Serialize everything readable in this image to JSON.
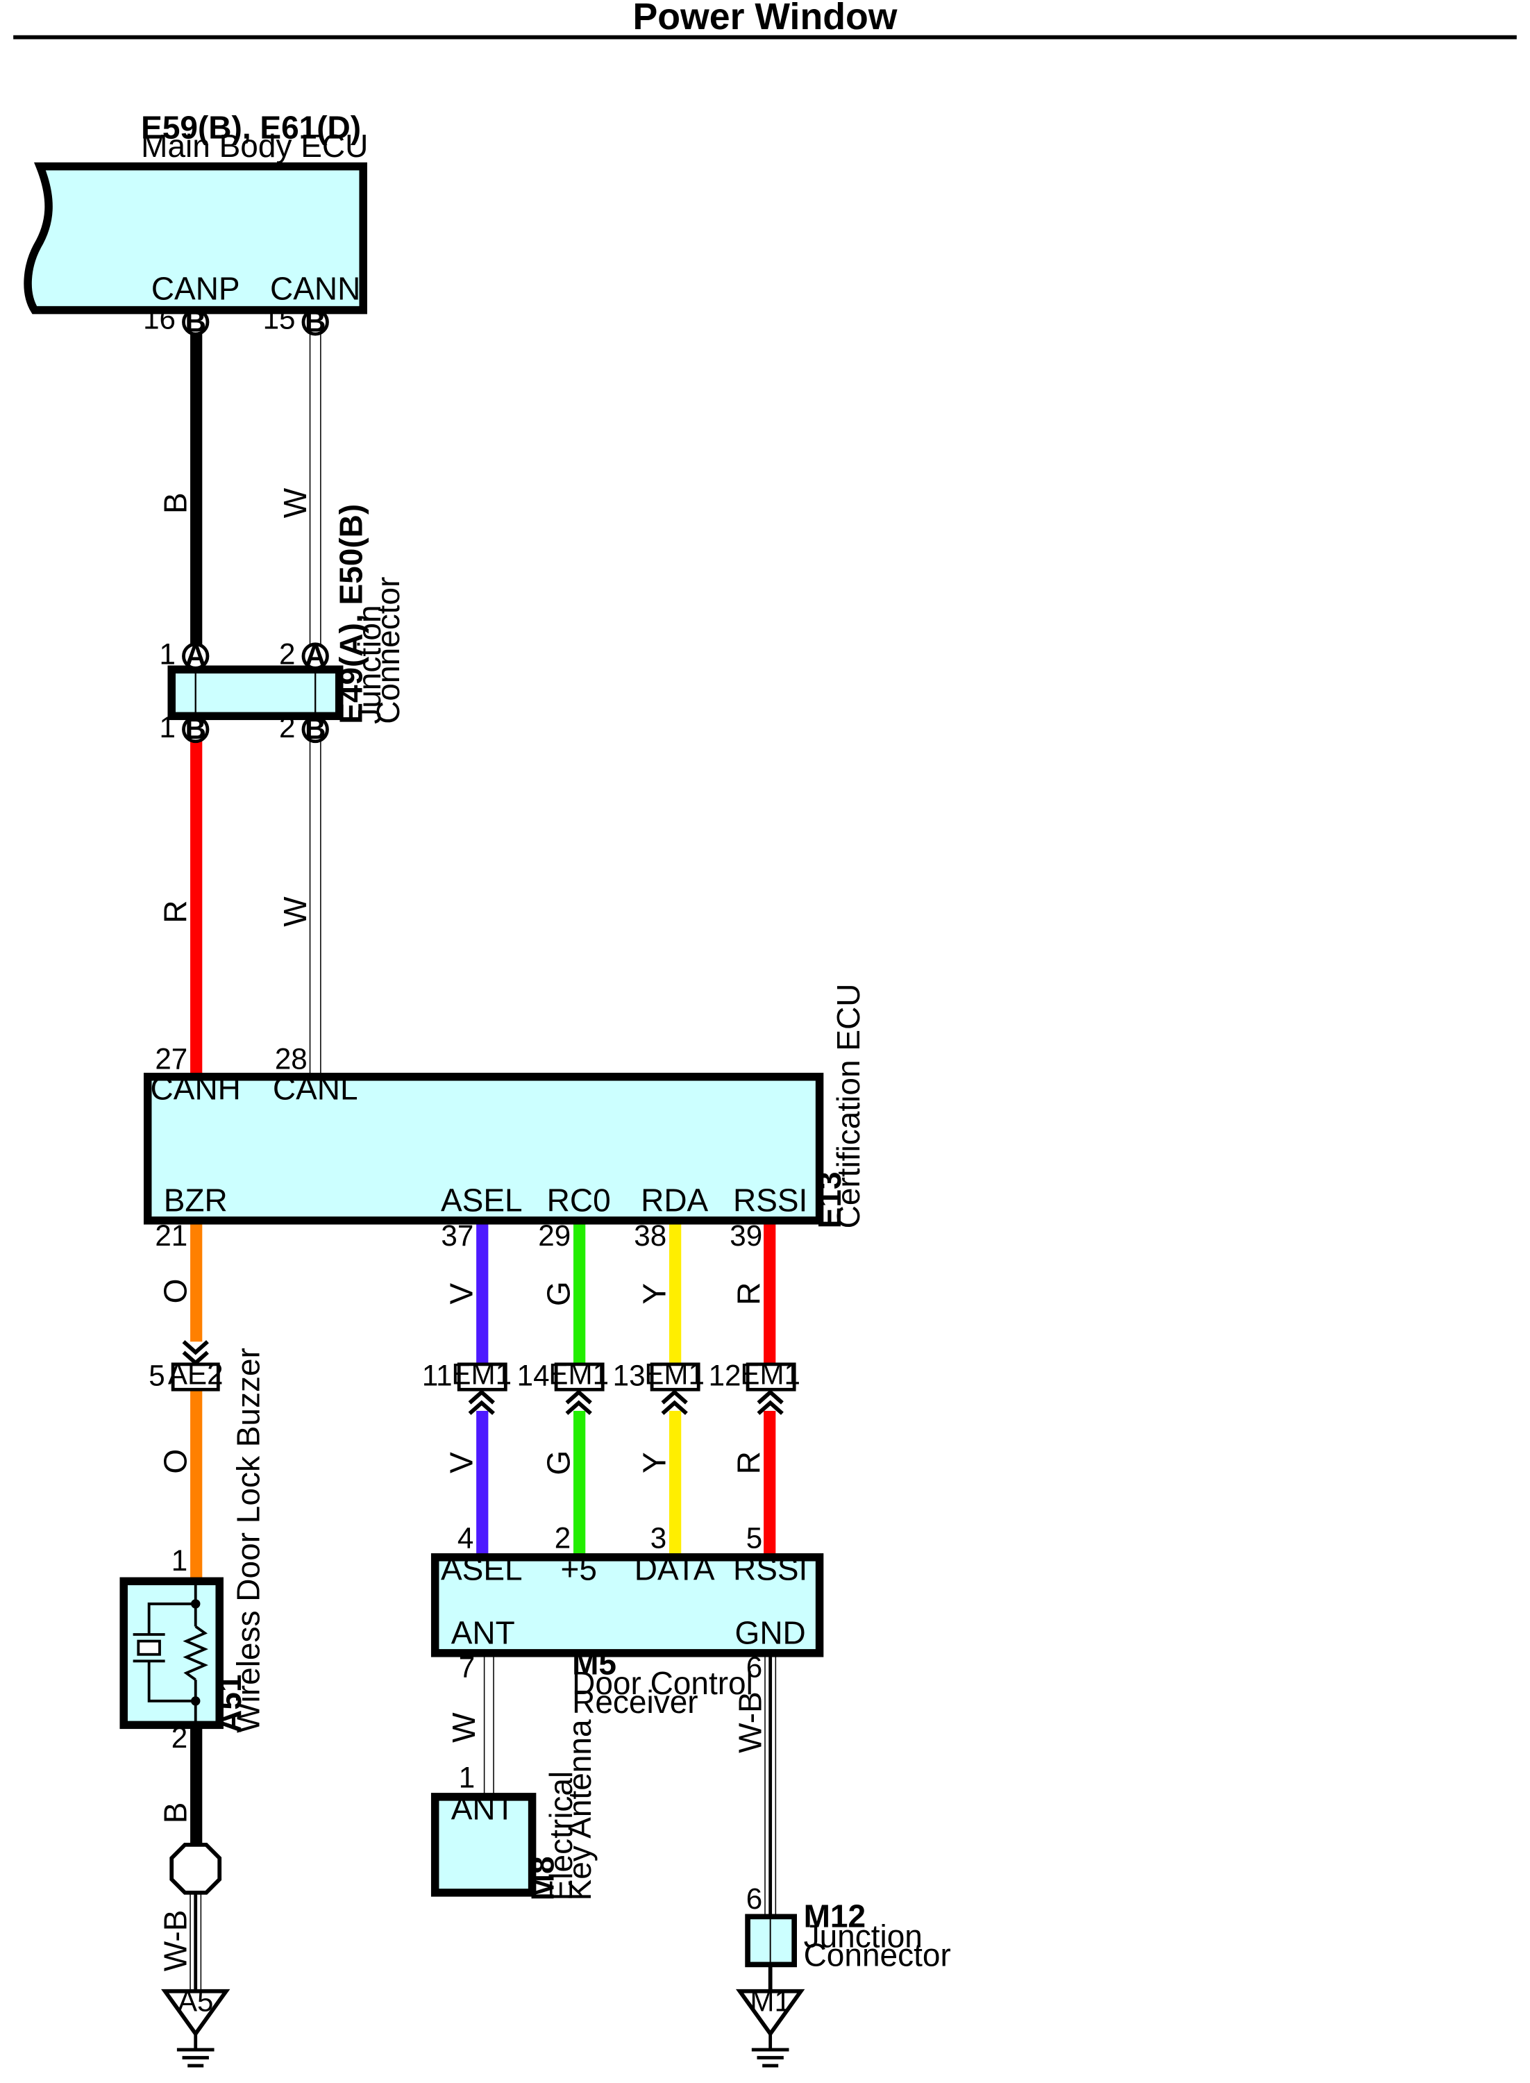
{
  "title": "Power Window",
  "colors": {
    "component_fill": "#ccffff",
    "B": "#000000",
    "W": "#ffffff",
    "R": "#ff0000",
    "O": "#ff8000",
    "V": "#4d1aff",
    "G": "#22ee00",
    "Y": "#ffee00"
  },
  "main_body_ecu": {
    "code": "E59(B), E61(D)",
    "name": "Main Body ECU",
    "pin_canp": "CANP",
    "pin_cann": "CANN",
    "pin_canp_no": "16",
    "pin_cann_no": "15",
    "conn_letter": "B"
  },
  "junction_e49": {
    "code": "E49(A), E50(B)",
    "name_line1": "Junction",
    "name_line2": "Connector",
    "top_left_no": "1",
    "top_right_no": "2",
    "bottom_left_no": "1",
    "bottom_right_no": "2",
    "top_letter": "A",
    "bottom_letter": "B"
  },
  "certification_ecu": {
    "code": "E13",
    "name": "Certification ECU",
    "pins_top": [
      {
        "label": "CANH",
        "no": "27"
      },
      {
        "label": "CANL",
        "no": "28"
      }
    ],
    "pins_bottom": [
      {
        "label": "BZR",
        "no": "21"
      },
      {
        "label": "ASEL",
        "no": "37"
      },
      {
        "label": "RC0",
        "no": "29"
      },
      {
        "label": "RDA",
        "no": "38"
      },
      {
        "label": "RSSI",
        "no": "39"
      }
    ]
  },
  "wire_colors": {
    "canp_upper": "B",
    "cann_upper": "W",
    "canh_lower": "R",
    "canl_lower": "W",
    "bzr": "O",
    "asel": "V",
    "rc0": "G",
    "rda": "Y",
    "rssi": "R",
    "buzzer_ground": "B",
    "ground_a5": "W-B",
    "antenna": "W",
    "gnd_m12": "W-B"
  },
  "connector_ae2": {
    "label": "AE2",
    "pin": "5"
  },
  "connectors_em1": [
    {
      "label": "EM1",
      "pin": "11"
    },
    {
      "label": "EM1",
      "pin": "14"
    },
    {
      "label": "EM1",
      "pin": "13"
    },
    {
      "label": "EM1",
      "pin": "12"
    }
  ],
  "door_control_receiver": {
    "code": "M5",
    "name_line1": "Door Control",
    "name_line2": "Receiver",
    "pins_top": [
      {
        "label": "ASEL",
        "no": "4"
      },
      {
        "label": "+5",
        "no": "2"
      },
      {
        "label": "DATA",
        "no": "3"
      },
      {
        "label": "RSSI",
        "no": "5"
      }
    ],
    "pins_bottom": [
      {
        "label": "ANT",
        "no": "7"
      },
      {
        "label": "GND",
        "no": "6"
      }
    ]
  },
  "buzzer": {
    "code": "A51",
    "name": "Wireless Door Lock Buzzer",
    "pin_top": "1",
    "pin_bottom": "2"
  },
  "antenna": {
    "code": "M8",
    "name_line1": "Electrical",
    "name_line2": "Key Antenna",
    "label": "ANT",
    "pin": "1"
  },
  "junction_m12": {
    "code": "M12",
    "name_line1": "Junction",
    "name_line2": "Connector",
    "pin": "6"
  },
  "grounds": [
    {
      "label": "A5"
    },
    {
      "label": "M1"
    }
  ]
}
